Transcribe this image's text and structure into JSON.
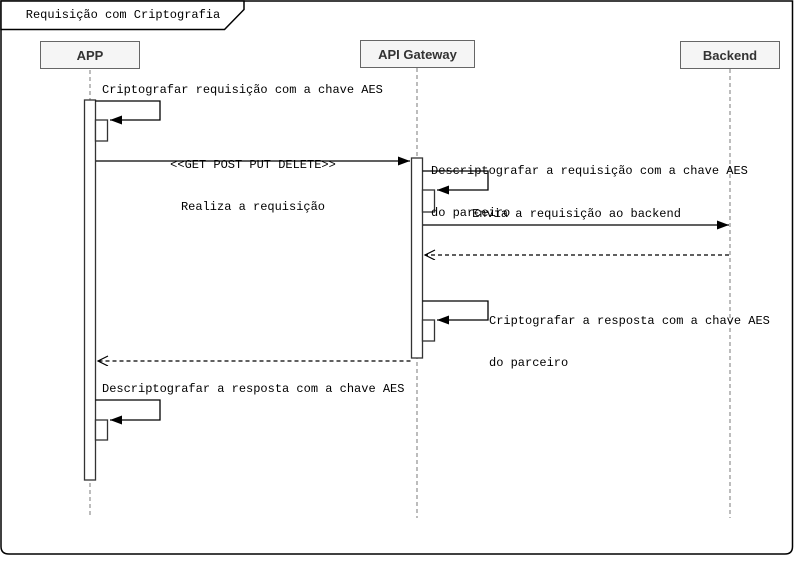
{
  "title": "Requisição com Criptografia",
  "participants": [
    {
      "name": "APP"
    },
    {
      "name": "API Gateway"
    },
    {
      "name": "Backend"
    }
  ],
  "messages": [
    {
      "type": "self",
      "from": "APP",
      "to": "APP",
      "lines": [
        "Criptografar requisição com a chave AES"
      ]
    },
    {
      "type": "sync",
      "from": "APP",
      "to": "API Gateway",
      "lines": [
        "<<GET POST PUT DELETE>>",
        "Realiza a requisição"
      ]
    },
    {
      "type": "self",
      "from": "API Gateway",
      "to": "API Gateway",
      "lines": [
        "Descriptografar a requisição com a chave AES",
        "do parceiro"
      ]
    },
    {
      "type": "sync",
      "from": "API Gateway",
      "to": "Backend",
      "lines": [
        "Envia a requisição ao backend"
      ]
    },
    {
      "type": "return",
      "from": "Backend",
      "to": "API Gateway",
      "lines": []
    },
    {
      "type": "self",
      "from": "API Gateway",
      "to": "API Gateway",
      "lines": [
        "Criptografar a resposta com a chave AES",
        "do parceiro"
      ]
    },
    {
      "type": "return",
      "from": "API Gateway",
      "to": "APP",
      "lines": []
    },
    {
      "type": "self",
      "from": "APP",
      "to": "APP",
      "lines": [
        "Descriptografar a resposta com a chave AES"
      ]
    }
  ],
  "colors": {
    "participant_fill": "#f5f5f5",
    "participant_border": "#666666",
    "participant_text": "#333333",
    "lifeline": "#999999",
    "message_line": "#000000",
    "frame_border": "#000000"
  }
}
